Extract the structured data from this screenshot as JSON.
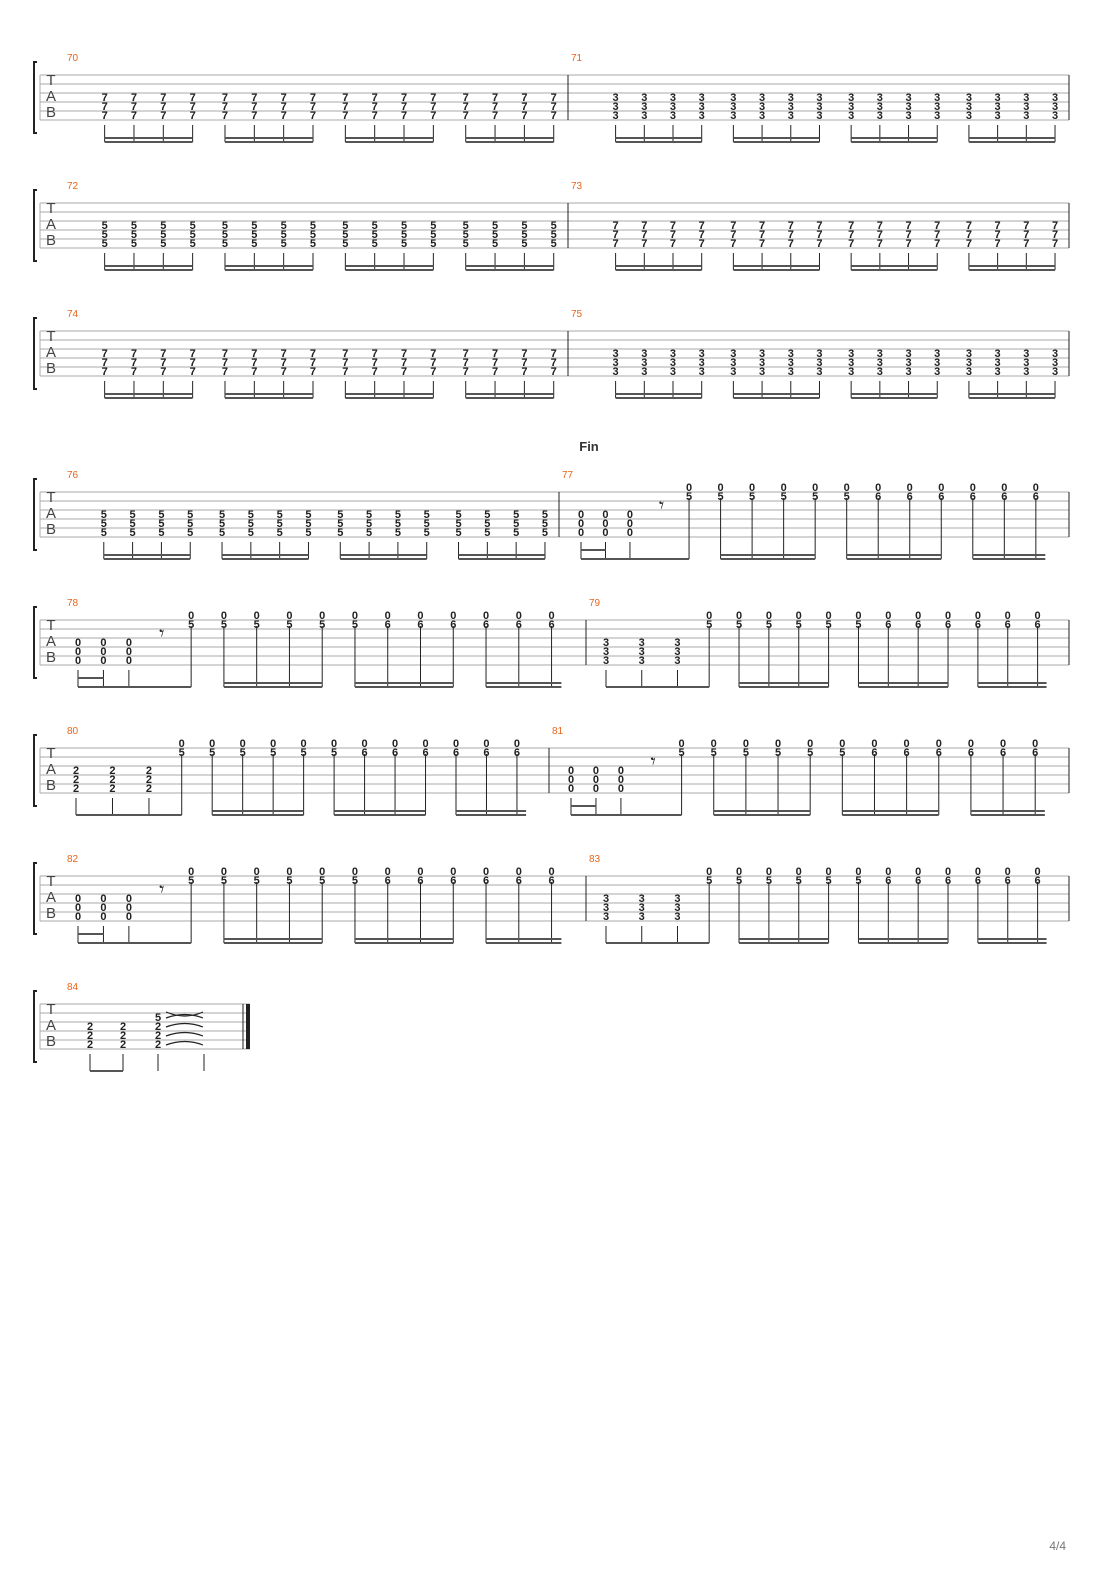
{
  "page_number": "4/4",
  "tab_clef": [
    "T",
    "A",
    "B"
  ],
  "fin_label": "Fin",
  "colors": {
    "measure_number": "#e8641b",
    "staff_line": "#aaaaaa",
    "ink": "#222222"
  },
  "systems": [
    {
      "measures": [
        {
          "number": "70",
          "style": "d3",
          "groups": [
            [
              "7",
              "7",
              "7",
              "7"
            ],
            [
              "7",
              "7",
              "7",
              "7"
            ],
            [
              "7",
              "7",
              "7",
              "7"
            ],
            [
              "7",
              "7",
              "7",
              "7"
            ]
          ]
        },
        {
          "number": "71",
          "style": "d3",
          "groups": [
            [
              "3",
              "3",
              "3",
              "3"
            ],
            [
              "3",
              "3",
              "3",
              "3"
            ],
            [
              "3",
              "3",
              "3",
              "3"
            ],
            [
              "3",
              "3",
              "3",
              "3"
            ]
          ]
        }
      ]
    },
    {
      "measures": [
        {
          "number": "72",
          "style": "d3",
          "groups": [
            [
              "5",
              "5",
              "5",
              "5"
            ],
            [
              "5",
              "5",
              "5",
              "5"
            ],
            [
              "5",
              "5",
              "5",
              "5"
            ],
            [
              "5",
              "5",
              "5",
              "5"
            ]
          ]
        },
        {
          "number": "73",
          "style": "d3",
          "groups": [
            [
              "7",
              "7",
              "7",
              "7"
            ],
            [
              "7",
              "7",
              "7",
              "7"
            ],
            [
              "7",
              "7",
              "7",
              "7"
            ],
            [
              "7",
              "7",
              "7",
              "7"
            ]
          ]
        }
      ]
    },
    {
      "measures": [
        {
          "number": "74",
          "style": "d3",
          "groups": [
            [
              "7",
              "7",
              "7",
              "7"
            ],
            [
              "7",
              "7",
              "7",
              "7"
            ],
            [
              "7",
              "7",
              "7",
              "7"
            ],
            [
              "7",
              "7",
              "7",
              "7"
            ]
          ]
        },
        {
          "number": "75",
          "style": "d3",
          "groups": [
            [
              "3",
              "3",
              "3",
              "3"
            ],
            [
              "3",
              "3",
              "3",
              "3"
            ],
            [
              "3",
              "3",
              "3",
              "3"
            ],
            [
              "3",
              "3",
              "3",
              "3"
            ]
          ]
        }
      ]
    },
    {
      "measures": [
        {
          "number": "76",
          "style": "d3",
          "groups": [
            [
              "5",
              "5",
              "5",
              "5"
            ],
            [
              "5",
              "5",
              "5",
              "5"
            ],
            [
              "5",
              "5",
              "5",
              "5"
            ],
            [
              "5",
              "5",
              "5",
              "5"
            ]
          ]
        },
        {
          "number": "77",
          "style": "riff0",
          "intro": "0",
          "hi": [
            "0",
            "0",
            "0",
            "0",
            "0",
            "0",
            "0",
            "0",
            "0",
            "0",
            "0",
            "0"
          ],
          "lo": [
            "5",
            "5",
            "5",
            "5",
            "5",
            "5",
            "6",
            "6",
            "6",
            "6",
            "6",
            "6"
          ]
        }
      ]
    },
    {
      "measures": [
        {
          "number": "78",
          "style": "riff0",
          "intro": "0",
          "hi": [
            "0",
            "0",
            "0",
            "0",
            "0",
            "0",
            "0",
            "0",
            "0",
            "0",
            "0",
            "0"
          ],
          "lo": [
            "5",
            "5",
            "5",
            "5",
            "5",
            "5",
            "6",
            "6",
            "6",
            "6",
            "6",
            "6"
          ]
        },
        {
          "number": "79",
          "style": "riffC",
          "intro": "3",
          "hi": [
            "0",
            "0",
            "0",
            "0",
            "0",
            "0",
            "0",
            "0",
            "0",
            "0",
            "0",
            "0"
          ],
          "lo": [
            "5",
            "5",
            "5",
            "5",
            "5",
            "5",
            "6",
            "6",
            "6",
            "6",
            "6",
            "6"
          ]
        }
      ]
    },
    {
      "measures": [
        {
          "number": "80",
          "style": "riffC",
          "intro": "2",
          "hi": [
            "0",
            "0",
            "0",
            "0",
            "0",
            "0",
            "0",
            "0",
            "0",
            "0",
            "0",
            "0"
          ],
          "lo": [
            "5",
            "5",
            "5",
            "5",
            "5",
            "5",
            "6",
            "6",
            "6",
            "6",
            "6",
            "6"
          ]
        },
        {
          "number": "81",
          "style": "riff0",
          "intro": "0",
          "hi": [
            "0",
            "0",
            "0",
            "0",
            "0",
            "0",
            "0",
            "0",
            "0",
            "0",
            "0",
            "0"
          ],
          "lo": [
            "5",
            "5",
            "5",
            "5",
            "5",
            "5",
            "6",
            "6",
            "6",
            "6",
            "6",
            "6"
          ]
        }
      ]
    },
    {
      "measures": [
        {
          "number": "82",
          "style": "riff0",
          "intro": "0",
          "hi": [
            "0",
            "0",
            "0",
            "0",
            "0",
            "0",
            "0",
            "0",
            "0",
            "0",
            "0",
            "0"
          ],
          "lo": [
            "5",
            "5",
            "5",
            "5",
            "5",
            "5",
            "6",
            "6",
            "6",
            "6",
            "6",
            "6"
          ]
        },
        {
          "number": "83",
          "style": "riffC",
          "intro": "3",
          "hi": [
            "0",
            "0",
            "0",
            "0",
            "0",
            "0",
            "0",
            "0",
            "0",
            "0",
            "0",
            "0"
          ],
          "lo": [
            "5",
            "5",
            "5",
            "5",
            "5",
            "5",
            "6",
            "6",
            "6",
            "6",
            "6",
            "6"
          ]
        }
      ]
    },
    {
      "measures": [
        {
          "number": "84",
          "style": "final",
          "chords": [
            [
              "2",
              "2",
              "2"
            ],
            [
              "2",
              "2",
              "2"
            ],
            [
              "5",
              "2",
              "2",
              "2"
            ]
          ]
        }
      ]
    }
  ]
}
